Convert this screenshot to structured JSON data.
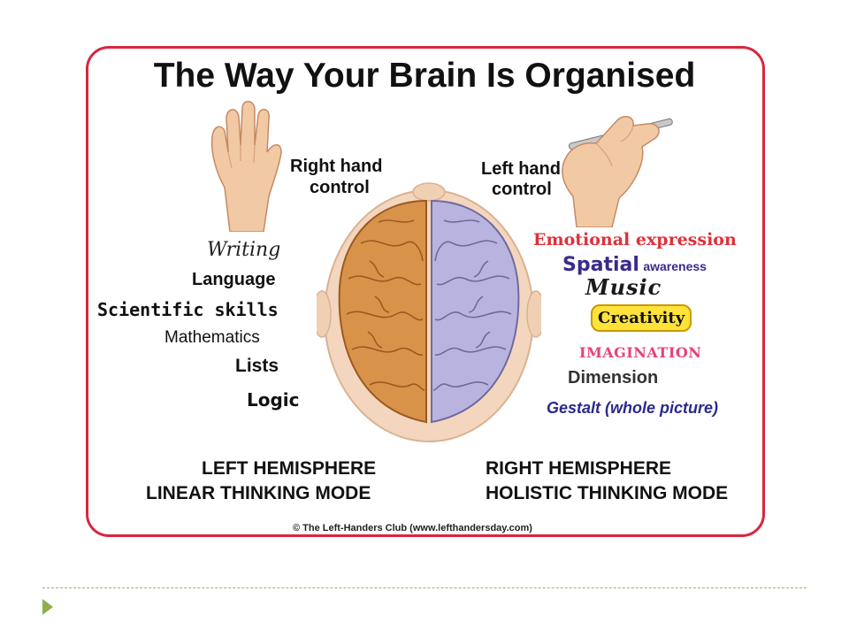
{
  "title": "The Way Your Brain Is Organised",
  "right_hand_control": [
    "Right hand",
    "control"
  ],
  "left_hand_control": [
    "Left hand",
    "control"
  ],
  "left_skills": {
    "writing": "Writing",
    "language": "Language",
    "scientific": "Scientific skills",
    "mathematics": "Mathematics",
    "lists": "Lists",
    "logic": "Logic"
  },
  "right_skills": {
    "emotional": "Emotional expression",
    "spatial": "Spatial",
    "awareness": "awareness",
    "music": "Music",
    "creativity": "Creativity",
    "imagination": "IMAGINATION",
    "dimension": "Dimension",
    "gestalt": "Gestalt (whole picture)"
  },
  "hemispheres": {
    "left_line1": "LEFT HEMISPHERE",
    "left_line2": "LINEAR THINKING MODE",
    "right_line1": "RIGHT HEMISPHERE",
    "right_line2": "HOLISTIC THINKING MODE"
  },
  "credit": "© The Left-Handers Club (www.lefthandersday.com)",
  "colors": {
    "border": "#d9263f",
    "left_brain": "#d9924a",
    "right_brain": "#b9b4df",
    "emotional": "#e0303a",
    "spatial": "#3a2a8c",
    "creativity_bg": "#ffe23a",
    "imagination": "#e8407a",
    "gestalt": "#2a2a8c",
    "bullet": "#8fae4c"
  }
}
